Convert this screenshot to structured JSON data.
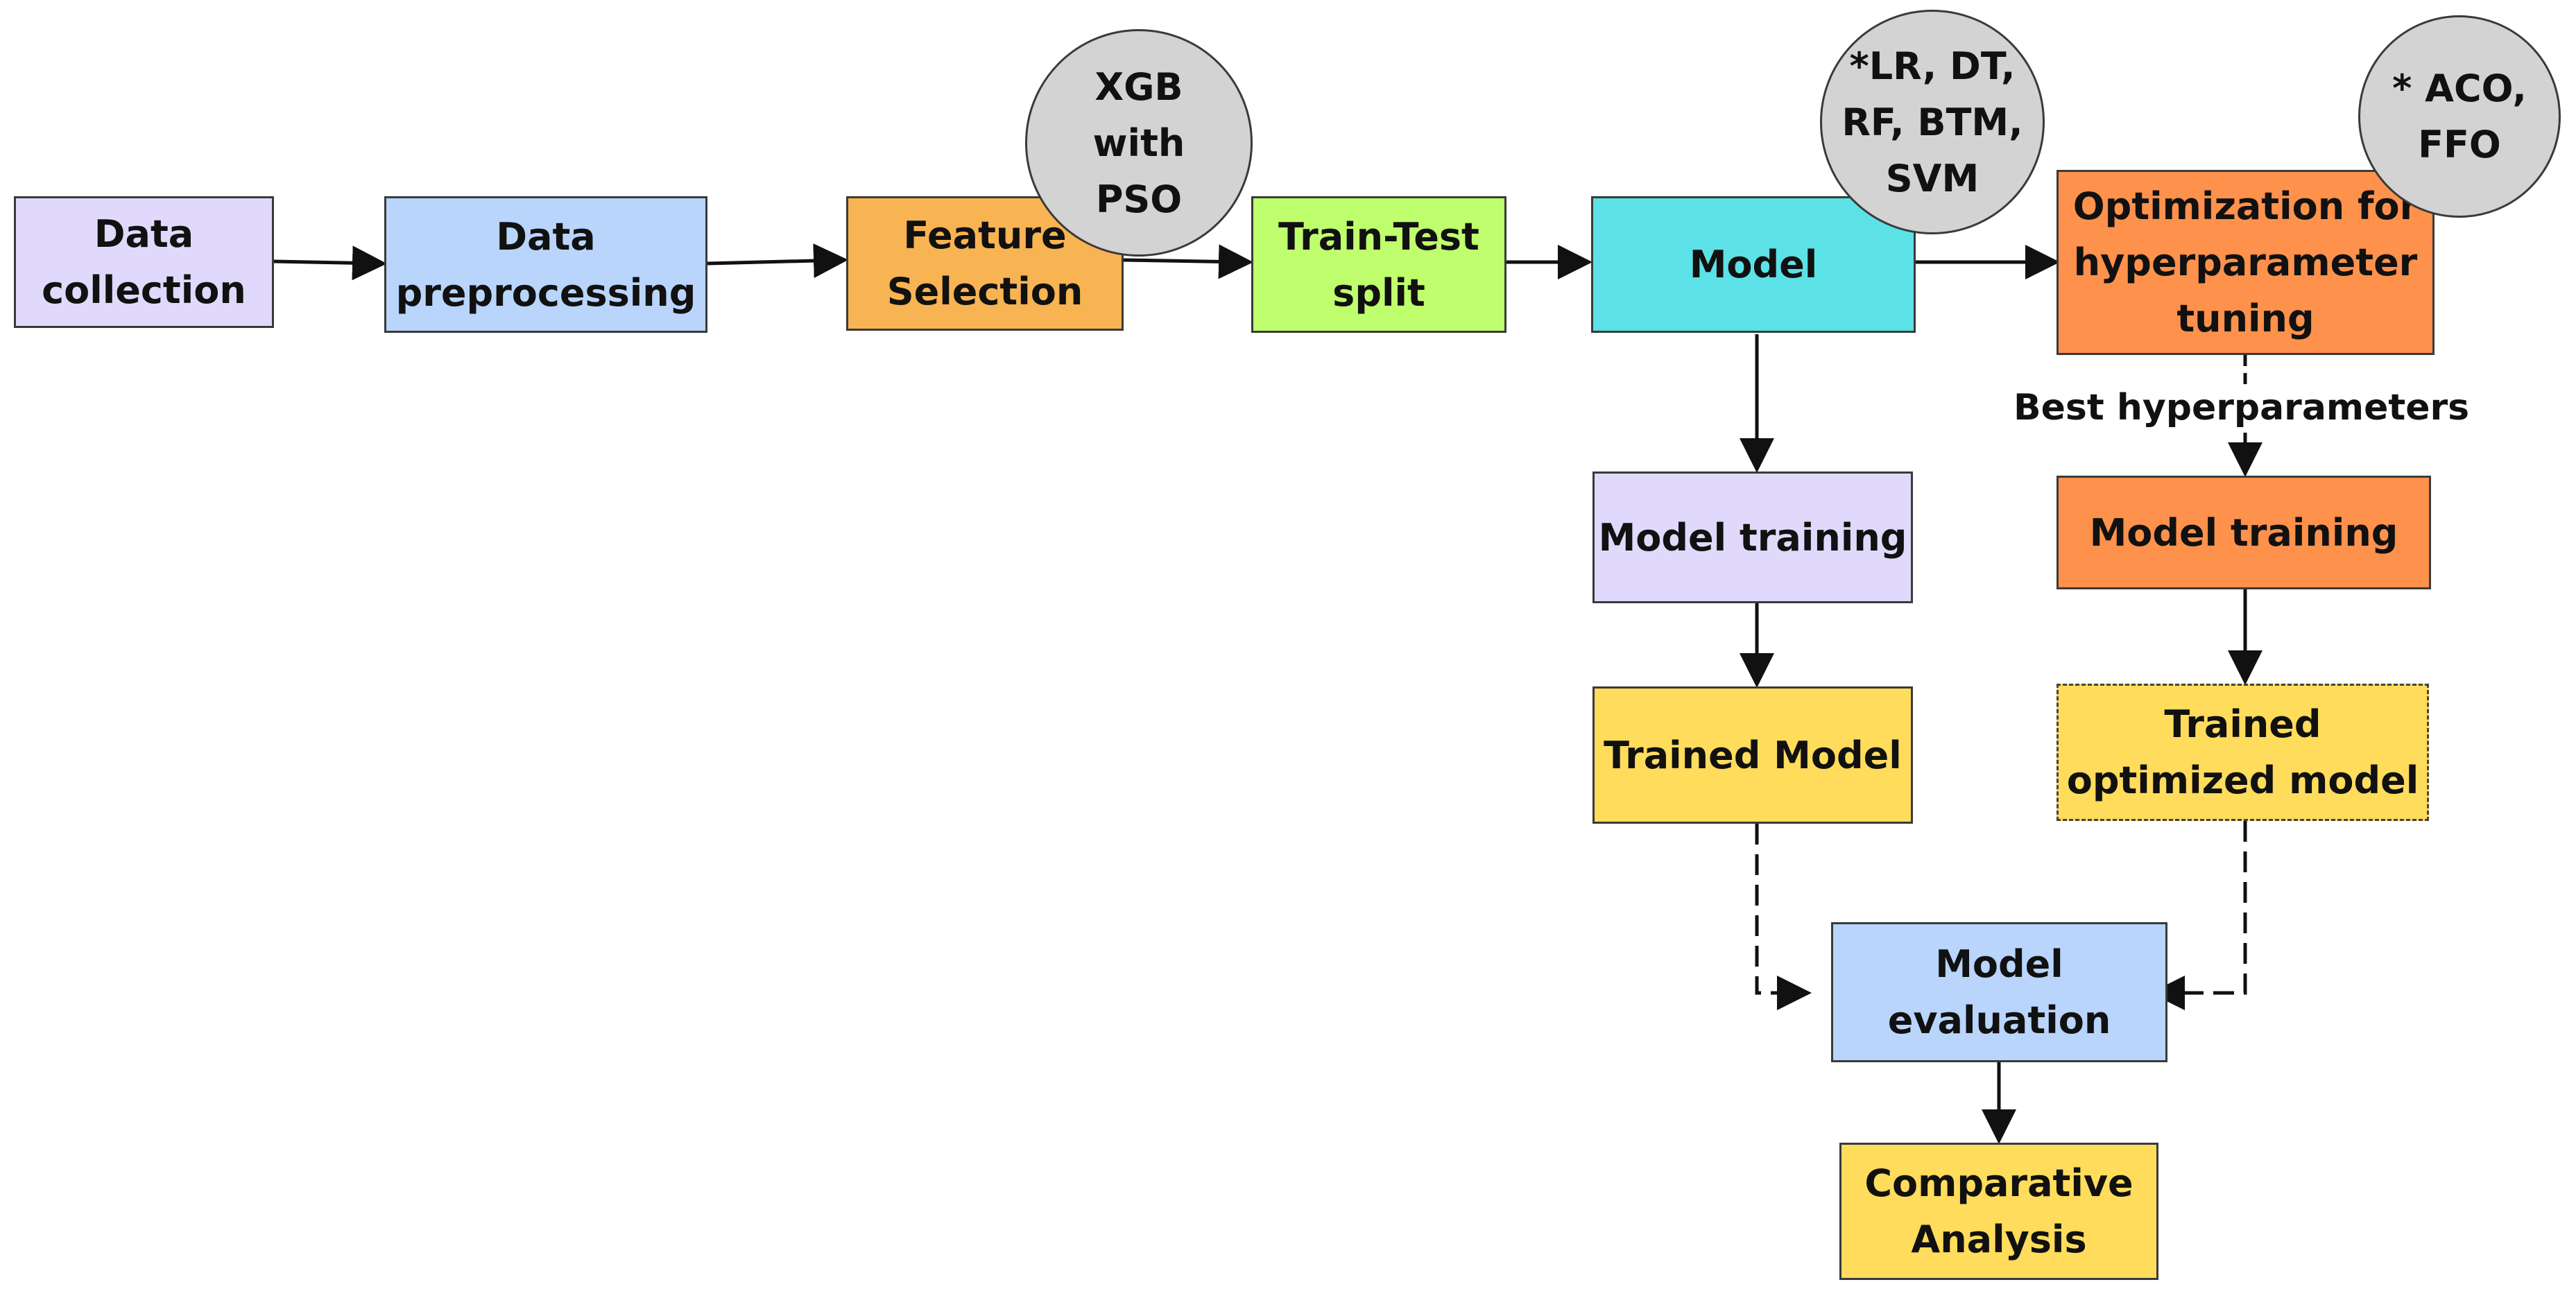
{
  "nodes": {
    "data_collection": "Data\ncollection",
    "data_preprocessing": "Data\npreprocessing",
    "feature_selection": "Feature\nSelection",
    "train_test_split": "Train-Test\nsplit",
    "model": "Model",
    "optimization": "Optimization for\nhyperparameter\ntuning",
    "model_training_left": "Model training",
    "trained_model": "Trained Model",
    "model_training_right": "Model training",
    "trained_optimized_model": "Trained\noptimized model",
    "model_evaluation": "Model\nevaluation",
    "comparative_analysis": "Comparative\nAnalysis"
  },
  "notes": {
    "xgb_pso": "XGB\nwith\nPSO",
    "models_list": "*LR, DT,\nRF, BTM,\nSVM",
    "aco_ffo": "* ACO,\nFFO"
  },
  "edge_labels": {
    "best_hyperparameters": "Best hyperparameters"
  },
  "colors": {
    "lavender": "#e0d9fb",
    "light_blue": "#b9d5fb",
    "orange": "#f8b352",
    "light_green": "#bfff6e",
    "cyan": "#5ce1e6",
    "deep_orange": "#fe914c",
    "yellow": "#ffdc5c",
    "grey_circle": "#d3d3d3"
  }
}
